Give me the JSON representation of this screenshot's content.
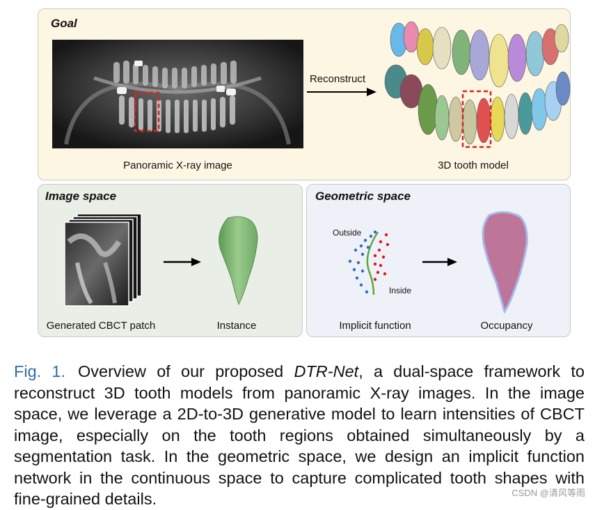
{
  "figure": {
    "goal": {
      "title": "Goal",
      "xray_label": "Panoramic X-ray image",
      "arrow_label": "Reconstruct",
      "model_label": "3D tooth model"
    },
    "image_space": {
      "title": "Image space",
      "patch_label": "Generated CBCT patch",
      "instance_label": "Instance"
    },
    "geometric_space": {
      "title": "Geometric space",
      "outside_label": "Outside",
      "inside_label": "Inside",
      "implicit_label": "Implicit function",
      "occupancy_label": "Occupancy"
    },
    "colors": {
      "highlight_box": "#e0201c",
      "outside_points": "#2c6fbf",
      "inside_points": "#e01a1a",
      "boundary_curve": "#5aa83a",
      "instance_fill": "#8fbf82",
      "caption_label": "#2f6ca8"
    }
  },
  "caption": {
    "label": "Fig. 1.",
    "text_before": "Overview of our proposed ",
    "method_name": "DTR-Net",
    "text_after": ", a dual-space framework to reconstruct 3D tooth models from panoramic X-ray images. In the image space, we leverage a 2D-to-3D generative model to learn intensities of CBCT image, especially on the tooth regions obtained simultaneously by a segmentation task. In the geometric space, we design an implicit function network in the continuous space to capture complicated tooth shapes with fine-grained details."
  },
  "watermark": "CSDN @清风等雨"
}
